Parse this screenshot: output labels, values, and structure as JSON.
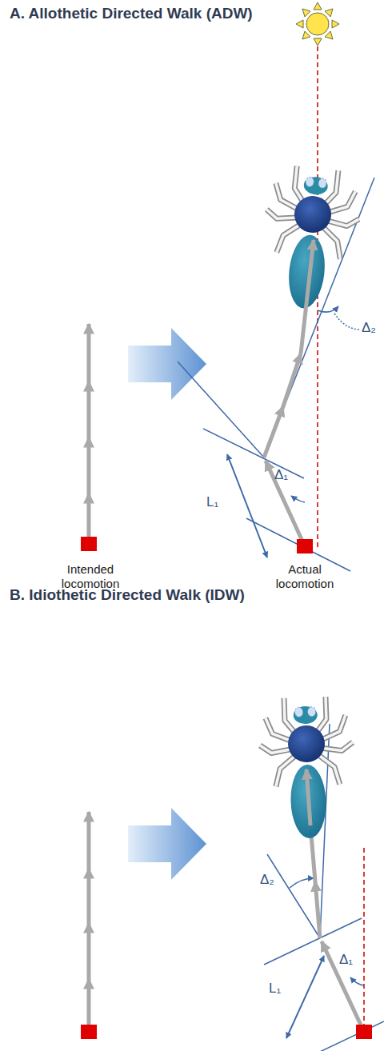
{
  "diagram": {
    "labels": [
      "A. Allothetic Directed Walk (ADW)",
      "Intended locomotion",
      "Actual locomotion",
      "L₁",
      "Δ₁",
      "Δ₂",
      "B. Idiothetic Directed Walk (IDW)",
      "L₁",
      "Δ₁",
      "Δ₂"
    ]
  }
}
